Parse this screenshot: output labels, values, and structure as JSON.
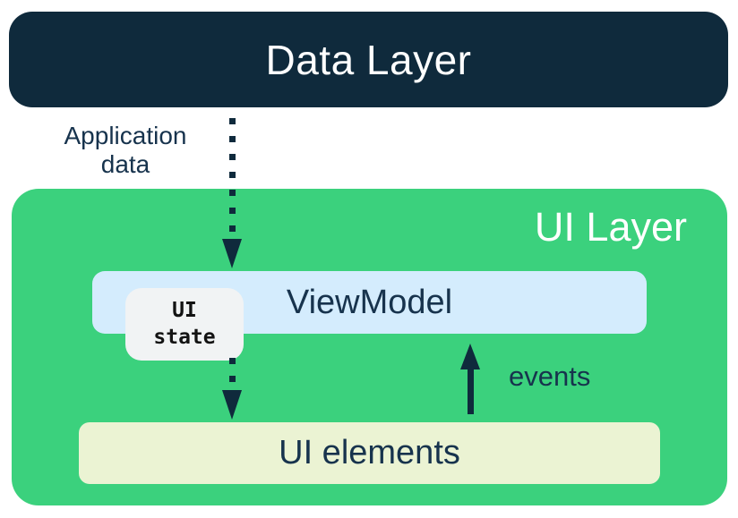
{
  "colors": {
    "navy": "#0F2A3C",
    "green": "#3BD17D",
    "viewmodel_blue": "#D4ECFD",
    "ui_elements_cream": "#EBF3D3",
    "ui_state_gray": "#F1F3F4",
    "label_navy": "#17334D",
    "white": "#FFFFFF",
    "ui_state_text": "#131313"
  },
  "diagram": {
    "data_layer": {
      "label": "Data Layer"
    },
    "ui_layer": {
      "label": "UI Layer"
    },
    "viewmodel": {
      "label": "ViewModel"
    },
    "ui_state": {
      "line1": "UI",
      "line2": "state"
    },
    "ui_elements": {
      "label": "UI elements"
    },
    "application_data_arrow": {
      "line1": "Application",
      "line2": "data"
    },
    "events_arrow": {
      "label": "events"
    }
  }
}
